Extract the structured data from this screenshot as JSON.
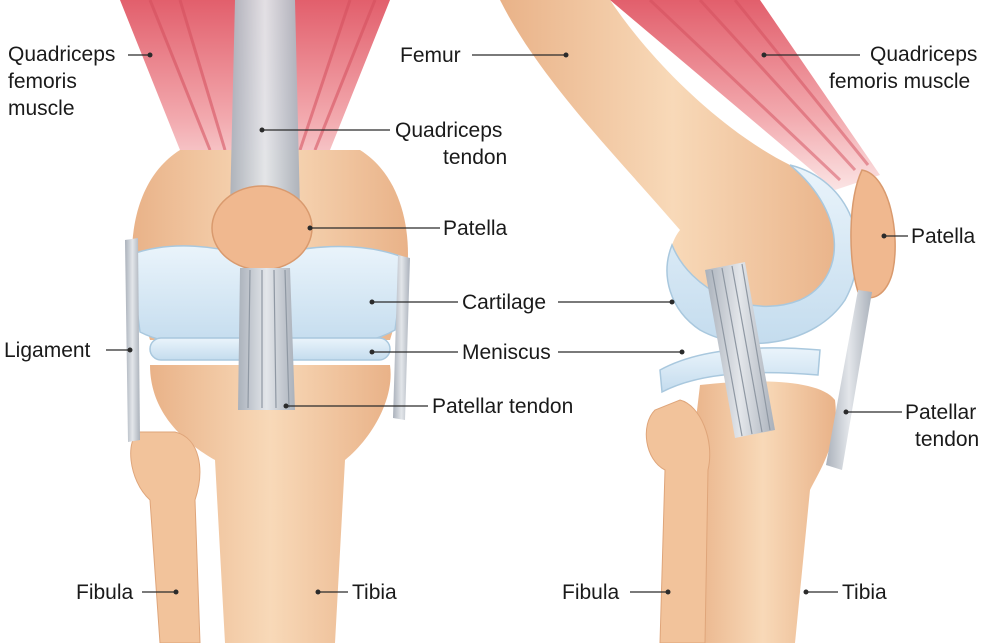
{
  "labels": {
    "front_quadriceps_line1": "Quadriceps",
    "front_quadriceps_line2": "femoris",
    "front_quadriceps_line3": "muscle",
    "quad_tendon_line1": "Quadriceps",
    "quad_tendon_line2": "tendon",
    "patella_front": "Patella",
    "cartilage": "Cartilage",
    "meniscus": "Meniscus",
    "ligament": "Ligament",
    "patellar_tendon_front": "Patellar tendon",
    "fibula_front": "Fibula",
    "tibia_front": "Tibia",
    "femur": "Femur",
    "side_quadriceps_line1": "Quadriceps",
    "side_quadriceps_line2": "femoris muscle",
    "patella_side": "Patella",
    "patellar_tendon_side_line1": "Patellar",
    "patellar_tendon_side_line2": "tendon",
    "fibula_side": "Fibula",
    "tibia_side": "Tibia"
  },
  "colors": {
    "bone": "#f3c8a0",
    "bone_shadow": "#e2a878",
    "bone_light": "#fbe2c8",
    "cartilage": "#d8eaf6",
    "cartilage_edge": "#a9c8de",
    "muscle": "#e8707a",
    "muscle_light": "#f6b9bd",
    "tendon": "#c9cdd3",
    "tendon_dark": "#9aa2ad",
    "leader": "#2b2b2b"
  }
}
